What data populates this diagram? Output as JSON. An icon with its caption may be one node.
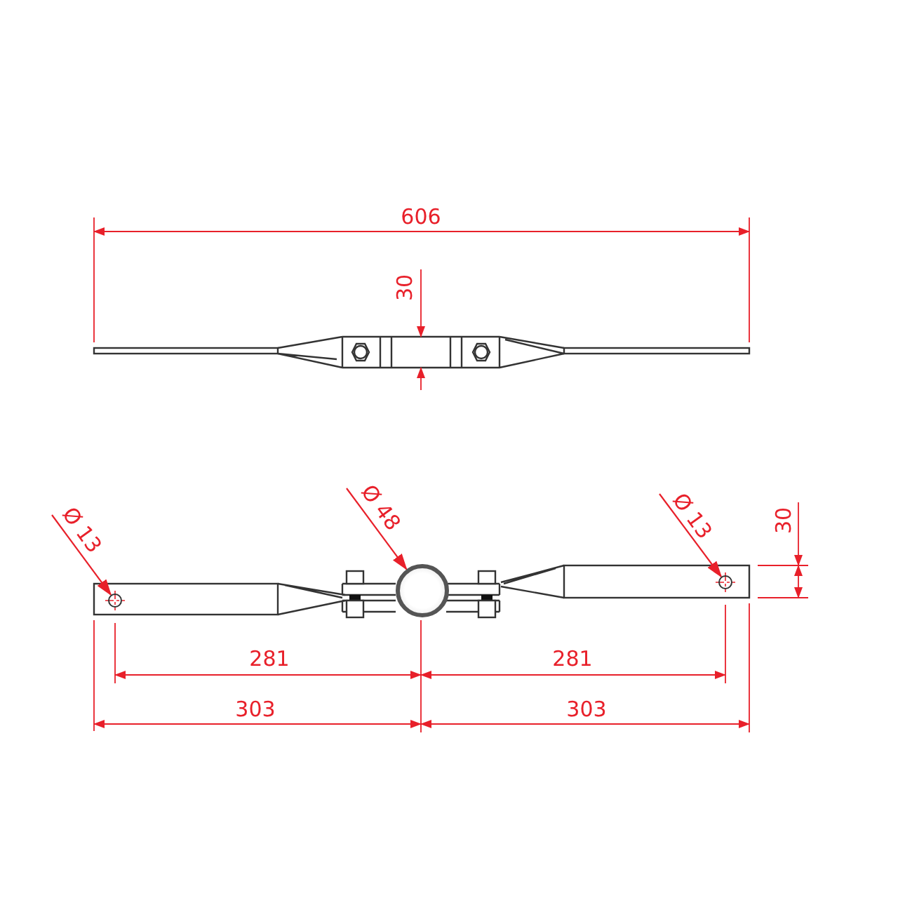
{
  "diagram": {
    "nodes": [
      {
        "text": [
          "Ø 13"
        ]
      },
      {
        "text": [],
        "shape": "circle"
      },
      {
        "text": [
          "Ø 48"
        ]
      },
      {
        "text": [],
        "shape": "circle"
      },
      {
        "text": [
          "Ø 13"
        ]
      },
      {
        "text": [],
        "shape": "circle"
      }
    ],
    "edges": [
      {
        "from": 0,
        "to": 1,
        "arrow": "to"
      },
      {
        "from": 2,
        "to": 3,
        "arrow": "to"
      },
      {
        "from": 4,
        "to": 5,
        "arrow": "to"
      }
    ],
    "labels": [
      "606",
      "30",
      "30",
      "281",
      "281",
      "303",
      "303"
    ]
  }
}
